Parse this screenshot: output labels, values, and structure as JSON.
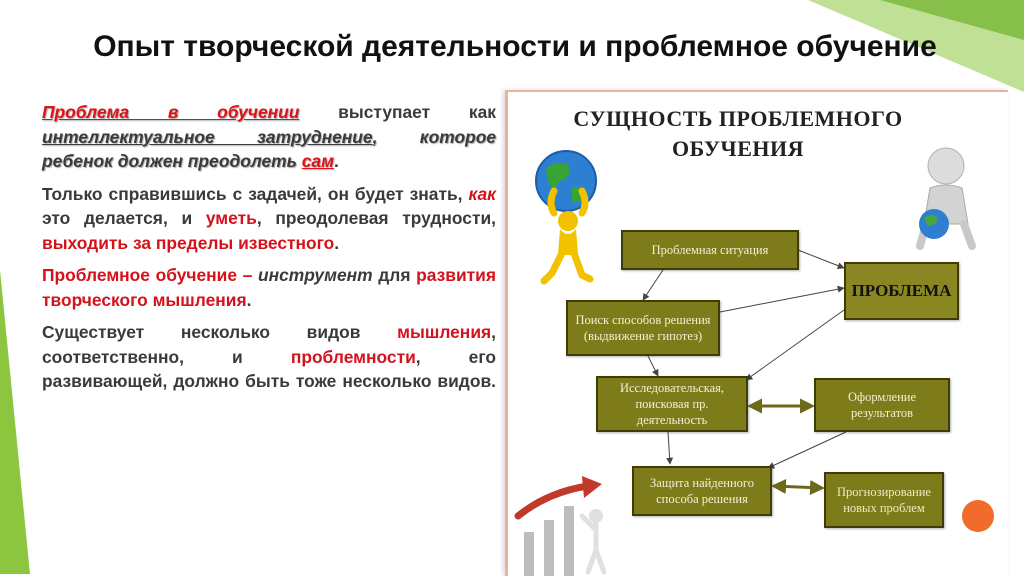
{
  "slide": {
    "title": "Опыт творческой деятельности и проблемное обучение",
    "paragraphs": {
      "p1": {
        "a": "Проблема в обучении",
        "b": " выступает как ",
        "c": "интеллектуальное затруднение",
        "d": ", которое ребенок должен преодолеть ",
        "e": "сам",
        "f": "."
      },
      "p2": {
        "a": " Только справившись с задачей, он будет знать, ",
        "b": "как",
        "c": " это делается, и ",
        "d": "уметь",
        "e": ", преодолевая трудности, ",
        "f": "выходить за пределы известного",
        "g": "."
      },
      "p3": {
        "a": "Проблемное обучение",
        "b": " – ",
        "c": "инструмент",
        "d": " для ",
        "e": "развития творческого мышления",
        "f": "."
      },
      "p4": {
        "a": "Существует несколько видов ",
        "b": "мышления",
        "c": ", соответственно, и ",
        "d": "проблемности",
        "e": ", его развивающей, должно быть тоже несколько видов."
      }
    }
  },
  "diagram": {
    "title": "СУЩНОСТЬ ПРОБЛЕМНОГО ОБУЧЕНИЯ",
    "nodes": {
      "situation": "Проблемная ситуация",
      "problem": "ПРОБЛЕМА",
      "search": "Поиск способов решения (выдвижение гипотез)",
      "research": "Исследовательская, поисковая пр. деятельность",
      "results": "Оформление результатов",
      "defense": "Защита найденного способа решения",
      "forecast": "Прогнозирование новых проблем"
    }
  },
  "colors": {
    "accent_red": "#d5121b",
    "box_olive": "#7e7b1a",
    "deco_green": "#8cc63e"
  },
  "icons": {
    "atlas": "figure-holding-globe-icon",
    "thinker": "thinking-figure-with-globe-icon",
    "chart": "figures-with-rising-arrow-icon",
    "circle": "orange-circle-icon"
  }
}
